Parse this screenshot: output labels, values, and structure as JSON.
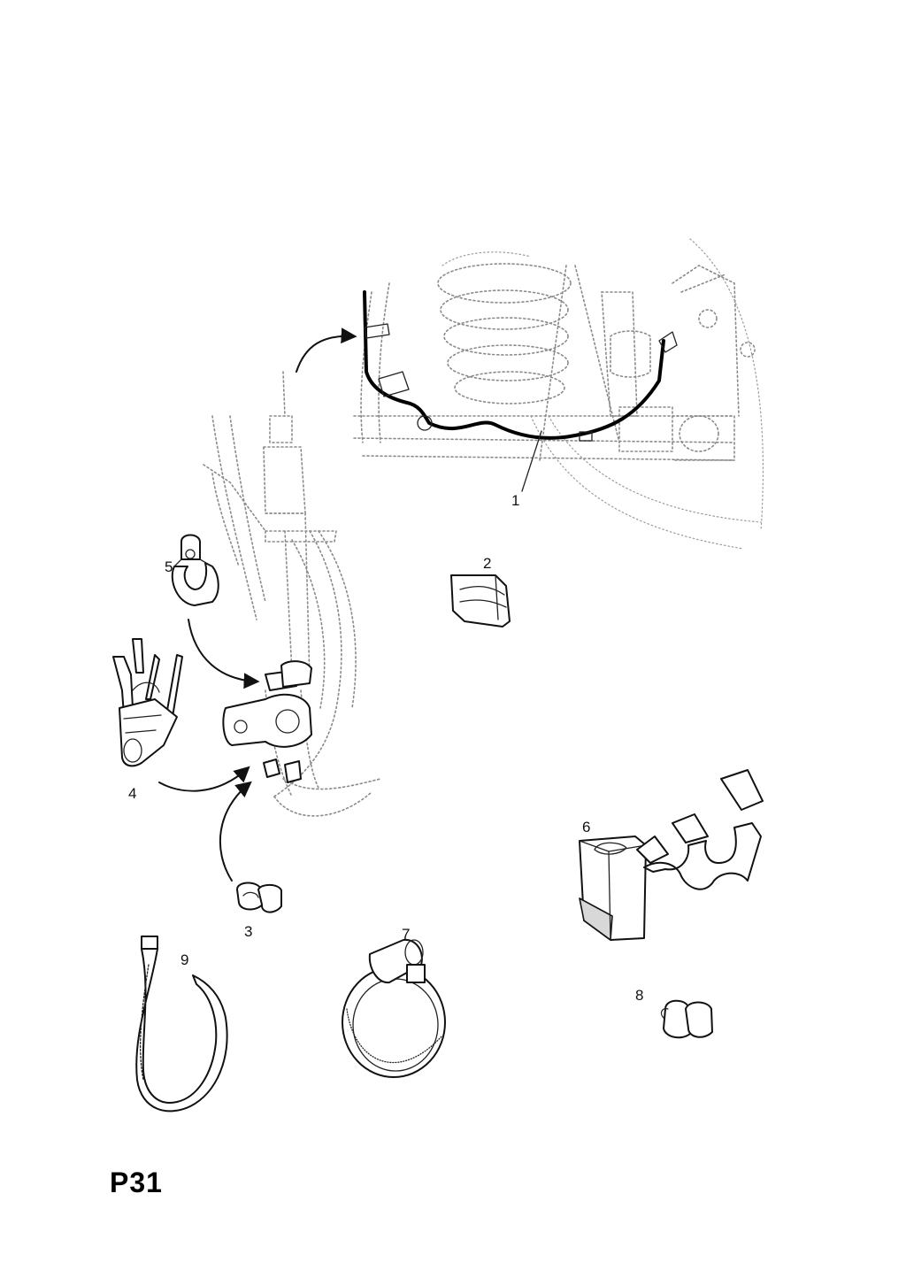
{
  "page_code": "P31",
  "callouts": {
    "c1": "1",
    "c2": "2",
    "c3": "3",
    "c4": "4",
    "c5": "5",
    "c6": "6",
    "c7": "7",
    "c8": "8",
    "c9": "9"
  }
}
